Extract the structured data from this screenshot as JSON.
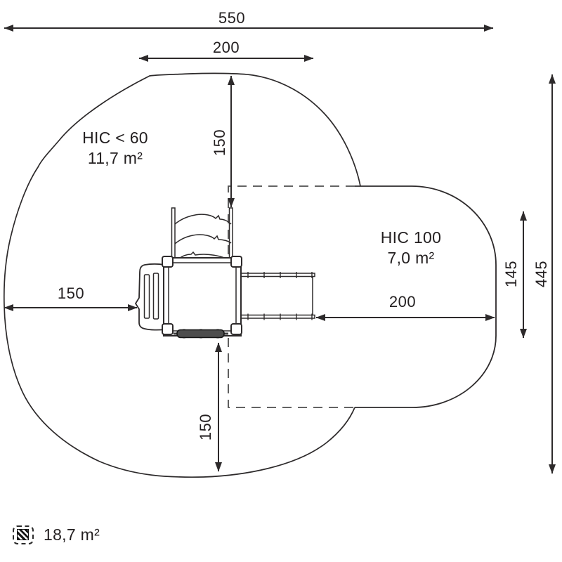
{
  "meta": {
    "background_color": "#ffffff",
    "line_color": "#2d2a2b",
    "dashed_line_color": "#4d4d4d",
    "text_color": "#231f20"
  },
  "zones": {
    "hic60": {
      "title": "HIC < 60",
      "area": "11,7 m²"
    },
    "hic100": {
      "title": "HIC 100",
      "area": "7,0 m²"
    }
  },
  "dimensions": {
    "top_total_width": "550",
    "top_platform_width": "200",
    "upper_clearance": "150",
    "left_clearance": "150",
    "right_clearance": "200",
    "lower_clearance": "150",
    "right_inner_height": "145",
    "right_total_height": "445"
  },
  "legend": {
    "icon": "hatched-area-icon",
    "total_area": "18,7 m²"
  }
}
